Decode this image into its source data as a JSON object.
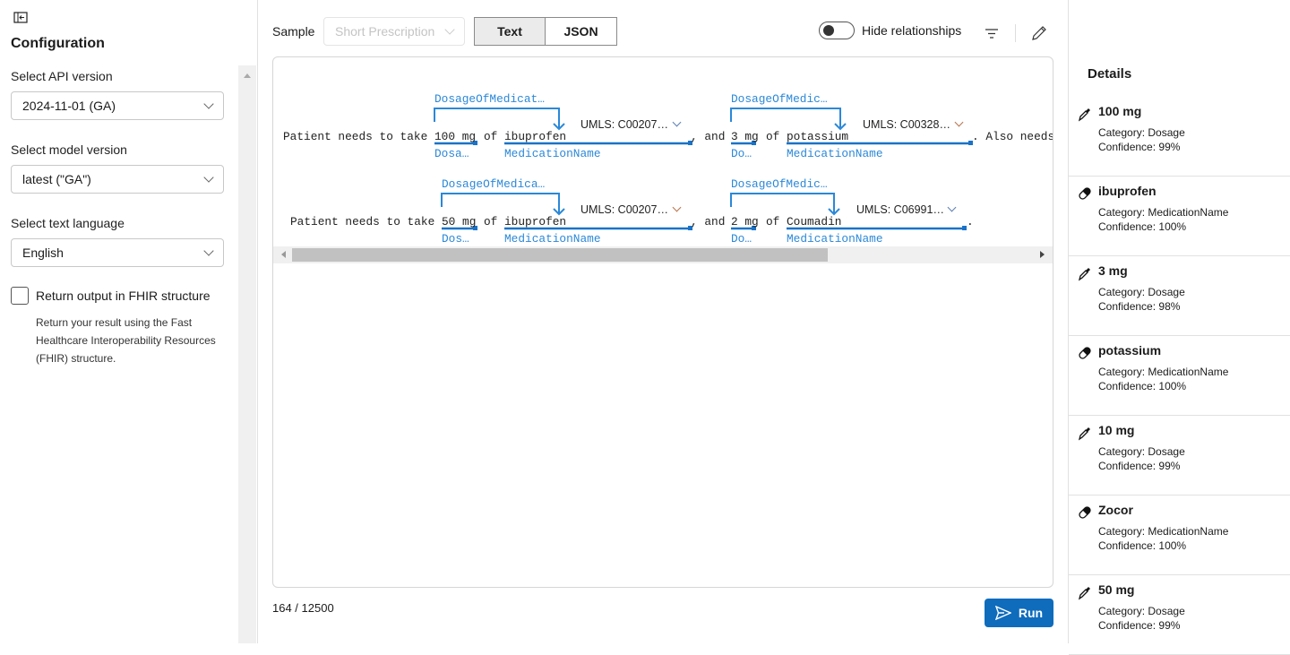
{
  "sidebar": {
    "title": "Configuration",
    "api_label": "Select API version",
    "api_value": "2024-11-01 (GA)",
    "model_label": "Select model version",
    "model_value": "latest (\"GA\")",
    "lang_label": "Select text language",
    "lang_value": "English",
    "fhir_label": "Return output in FHIR structure",
    "fhir_desc": "Return your result using the Fast Healthcare Interoperability Resources (FHIR) structure."
  },
  "toolbar": {
    "sample_label": "Sample",
    "sample_placeholder": "Short Prescription",
    "text_tab": "Text",
    "json_tab": "JSON",
    "hide_relationships": "Hide relationships"
  },
  "rows": [
    {
      "prefix": "Patient needs to take",
      "dose": "100 mg",
      "of1": "of",
      "med": "ibuprofen",
      "mid": ", and",
      "dose2": "3 mg",
      "of2": "of",
      "med2": "potassium",
      "tail": ". Also needs",
      "rel1": "DosageOfMedicat…",
      "rel2": "DosageOfMedic…",
      "umls1": "UMLS: C00207…",
      "umls2": "UMLS: C00328…",
      "dl1": "Dosa…",
      "dl2": "Do…",
      "ml": "MedicationName"
    },
    {
      "prefix": "Patient needs to take",
      "dose": "50 mg",
      "of1": "of",
      "med": "ibuprofen",
      "mid": ", and",
      "dose2": "2 mg",
      "of2": "of",
      "med2": "Coumadin",
      "tail": ".",
      "rel1": "DosageOfMedica…",
      "rel2": "DosageOfMedic…",
      "umls1": "UMLS: C00207…",
      "umls2": "UMLS: C06991…",
      "dl1": "Dos…",
      "dl2": "Do…",
      "ml": "MedicationName"
    }
  ],
  "footer": {
    "char_count": "164 / 12500",
    "run_label": "Run"
  },
  "details": {
    "title": "Details",
    "items": [
      {
        "name": "100 mg",
        "category_label": "Category:",
        "category": "Dosage",
        "confidence_label": "Confidence:",
        "confidence": "99%"
      },
      {
        "name": "ibuprofen",
        "category_label": "Category:",
        "category": "MedicationName",
        "confidence_label": "Confidence:",
        "confidence": "100%"
      },
      {
        "name": "3 mg",
        "category_label": "Category:",
        "category": "Dosage",
        "confidence_label": "Confidence:",
        "confidence": "98%"
      },
      {
        "name": "potassium",
        "category_label": "Category:",
        "category": "MedicationName",
        "confidence_label": "Confidence:",
        "confidence": "100%"
      },
      {
        "name": "10 mg",
        "category_label": "Category:",
        "category": "Dosage",
        "confidence_label": "Confidence:",
        "confidence": "99%"
      },
      {
        "name": "Zocor",
        "category_label": "Category:",
        "category": "MedicationName",
        "confidence_label": "Confidence:",
        "confidence": "100%"
      },
      {
        "name": "50 mg",
        "category_label": "Category:",
        "category": "Dosage",
        "confidence_label": "Confidence:",
        "confidence": "99%"
      }
    ]
  },
  "colors": {
    "accent": "#0f6cbd",
    "entity": "#2b88d8"
  }
}
